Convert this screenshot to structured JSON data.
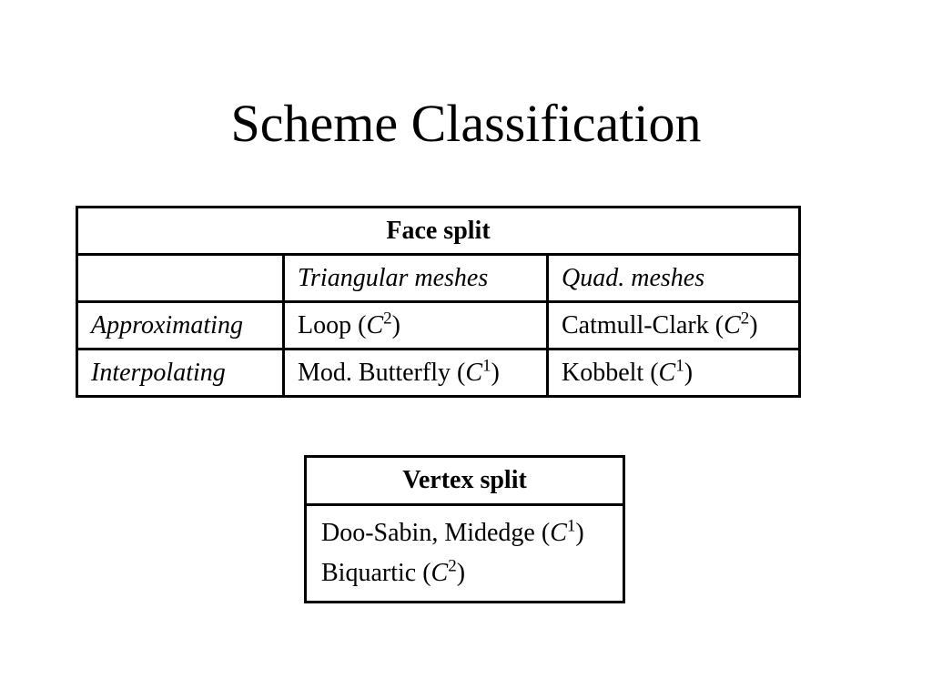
{
  "title": "Scheme Classification",
  "face_table": {
    "header": "Face split",
    "column_headers": [
      "",
      "Triangular meshes",
      "Quad. meshes"
    ],
    "rows": [
      {
        "label": "Approximating",
        "triangular": {
          "name": "Loop (",
          "var": "C",
          "order": "2",
          "close": ")"
        },
        "quad": {
          "name": "Catmull-Clark (",
          "var": "C",
          "order": "2",
          "close": ")"
        }
      },
      {
        "label": "Interpolating",
        "triangular": {
          "name": "Mod. Butterfly (",
          "var": "C",
          "order": "1",
          "close": ")"
        },
        "quad": {
          "name": "Kobbelt (",
          "var": "C",
          "order": "1",
          "close": ")"
        }
      }
    ]
  },
  "vertex_table": {
    "header": "Vertex split",
    "entries": [
      {
        "name": "Doo-Sabin, Midedge (",
        "var": "C",
        "order": "1",
        "close": ")"
      },
      {
        "name": "Biquartic (",
        "var": "C",
        "order": "2",
        "close": ")"
      }
    ]
  }
}
